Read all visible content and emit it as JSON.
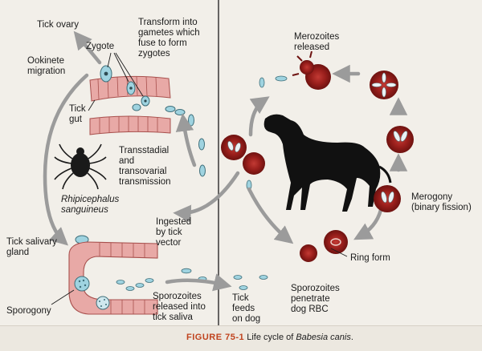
{
  "labels": {
    "tick_ovary": "Tick ovary",
    "zygote": "Zygote",
    "transform_gametes": "Transform into\ngametes which\nfuse to form\nzygotes",
    "ookinete_migration": "Ookinete\nmigration",
    "tick_gut": "Tick\ngut",
    "transstadial": "Transstadial\nand\ntransovarial\ntransmission",
    "tick_species": "Rhipicephalus\nsanguineus",
    "ingested_by_tick": "Ingested\nby tick\nvector",
    "tick_salivary_gland": "Tick salivary\ngland",
    "sporogony": "Sporogony",
    "sporozoites_released": "Sporozoites\nreleased into\ntick saliva",
    "tick_feeds": "Tick\nfeeds\non dog",
    "sporozoites_penetrate": "Sporozoites\npenetrate\ndog RBC",
    "ring_form": "Ring form",
    "merogony": "Merogony\n(binary fission)",
    "merozoites_released": "Merozoites\nreleased"
  },
  "caption": {
    "figure_number": "FIGURE 75-1",
    "text_prefix": "Life cycle of ",
    "species": "Babesia canis",
    "text_suffix": "."
  },
  "colors": {
    "rbc": "#8e1a1a",
    "rbc_light": "#c23a34",
    "tissue": "#e8a9a6",
    "cyst": "#9fd3e0",
    "arrow": "#9b9b9b",
    "dog": "#111111",
    "caption_accent": "#c0431e"
  }
}
